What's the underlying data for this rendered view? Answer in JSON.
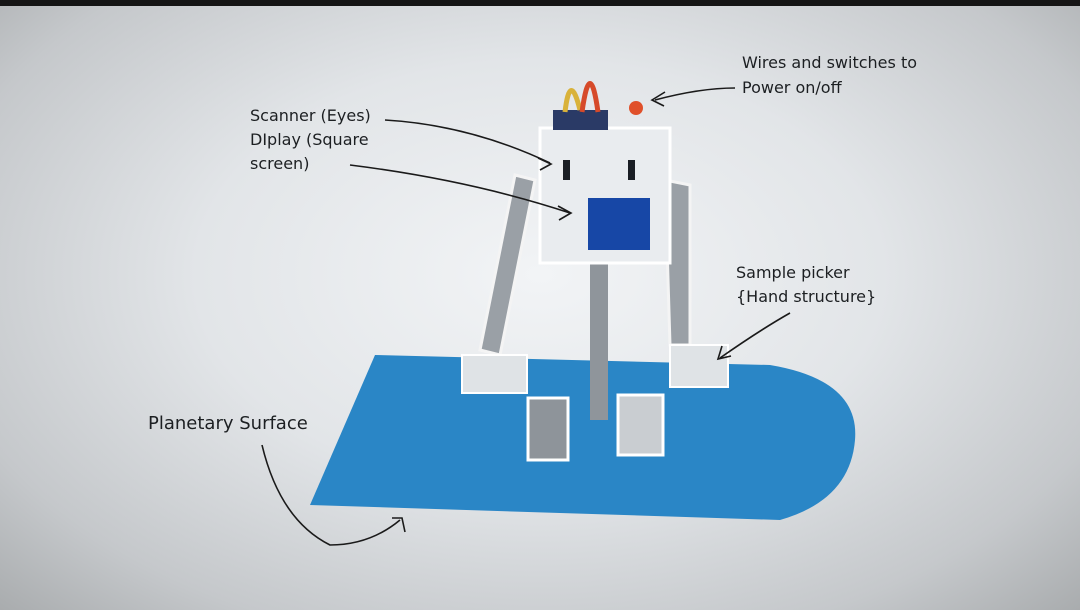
{
  "annotations": {
    "wires": [
      "Wires and switches to",
      "Power on/off"
    ],
    "scanner": [
      "Scanner (Eyes)",
      "DIplay (Square",
      "screen)"
    ],
    "sample_picker": [
      "Sample picker",
      "{Hand structure}"
    ],
    "surface": "Planetary Surface"
  },
  "colors": {
    "surface": "#2a86c6",
    "display": "#1747a6",
    "body": "#e9ecef"
  }
}
